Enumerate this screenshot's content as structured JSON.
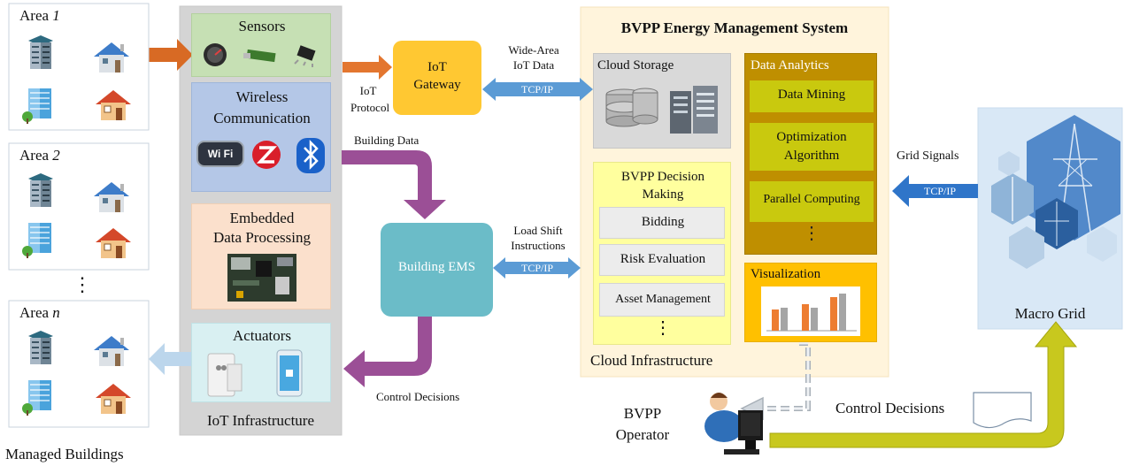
{
  "managed_buildings": {
    "areas": [
      {
        "label": "Area ",
        "num": "1"
      },
      {
        "label": "Area ",
        "num": "2"
      },
      {
        "label": "Area ",
        "num": "n"
      }
    ],
    "ellipsis": "⋮",
    "caption": "Managed Buildings"
  },
  "iot_infrastructure": {
    "sensors": "Sensors",
    "wireless_line1": "Wireless",
    "wireless_line2": "Communication",
    "wifi_text": "Wi Fi",
    "embedded_line1": "Embedded",
    "embedded_line2": "Data Processing",
    "actuators": "Actuators",
    "caption": "IoT Infrastructure"
  },
  "iot_gateway": {
    "line1": "IoT",
    "line2": "Gateway"
  },
  "building_ems": "Building EMS",
  "labels": {
    "iot_protocol_1": "IoT",
    "iot_protocol_2": "Protocol",
    "wide_area_1": "Wide-Area",
    "wide_area_2": "IoT Data",
    "tcpip": "TCP/IP",
    "building_data": "Building Data",
    "load_shift_1": "Load Shift",
    "load_shift_2": "Instructions",
    "control_decisions_left": "Control Decisions",
    "grid_signals": "Grid Signals",
    "control_decisions_bottom": "Control Decisions"
  },
  "bvpp_ems": {
    "title": "BVPP Energy Management System",
    "cloud_storage": "Cloud Storage",
    "data_analytics": "Data Analytics",
    "analytics_items": [
      "Data Mining",
      "Optimization|Algorithm",
      "Parallel Computing"
    ],
    "decision_title_1": "BVPP Decision",
    "decision_title_2": "Making",
    "decision_items": [
      "Bidding",
      "Risk Evaluation",
      "Asset Management"
    ],
    "visualization": "Visualization",
    "cloud_infrastructure": "Cloud Infrastructure",
    "ellipsis": "⋮"
  },
  "macro_grid": "Macro Grid",
  "operator": {
    "line1": "BVPP",
    "line2": "Operator"
  },
  "colors": {
    "orange_arrow": "#d86a24",
    "blue_arrow": "#5b9bd5",
    "purple_arrow": "#9b4f96",
    "olive_arrow": "#c8c81e",
    "gateway": "#ffc832",
    "ems": "#6bbcc8",
    "sensors_bg": "#c6e0b4",
    "wireless_bg": "#b4c7e7",
    "embedded_bg": "#fbe0cc",
    "actuators_bg": "#d9f0f2",
    "cloud_bg": "#fff3d8",
    "analytics_bg": "#bf8f00",
    "analytics_item": "#c9c90e",
    "decision_bg": "#ffff9e",
    "viz_bg": "#ffc000",
    "grid_bg": "#d9e8f6"
  }
}
